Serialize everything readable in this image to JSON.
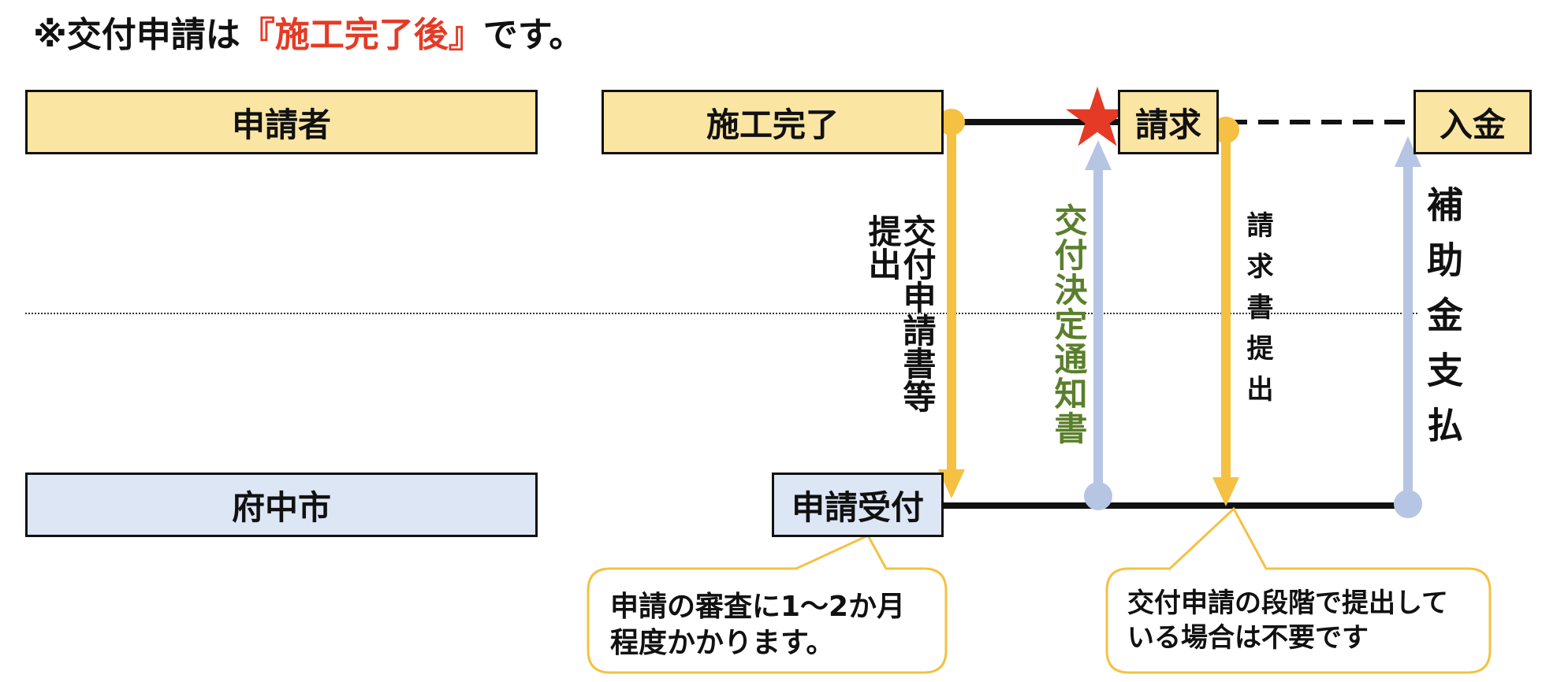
{
  "title": {
    "prefix": "※交付申請は",
    "emphasis": "『施工完了後』",
    "suffix": "です。"
  },
  "lanes": {
    "applicant": "申請者",
    "city": "府中市"
  },
  "steps": {
    "construction_complete": "施工完了",
    "invoice": "請求",
    "payment_received": "入金",
    "application_received": "申請受付"
  },
  "flows": {
    "submit_application_line1": "交付申請書等",
    "submit_application_line2": "提出",
    "decision_notice": "交付決定通知書",
    "submit_invoice": "請求書提出",
    "subsidy_payment": "補助金支払"
  },
  "notes": {
    "review_line1": "申請の審査に1〜2か月",
    "review_line2": "程度かかります。",
    "unnecessary_line1": "交付申請の段階で提出して",
    "unnecessary_line2": "いる場合は不要です"
  },
  "colors": {
    "yellow_box": "#fbe5a3",
    "blue_box": "#dde6f5",
    "yellow_arrow": "#f5c143",
    "blue_arrow": "#b7c5e4",
    "emphasis_red": "#e53a25",
    "green_text": "#5a7f2c"
  }
}
